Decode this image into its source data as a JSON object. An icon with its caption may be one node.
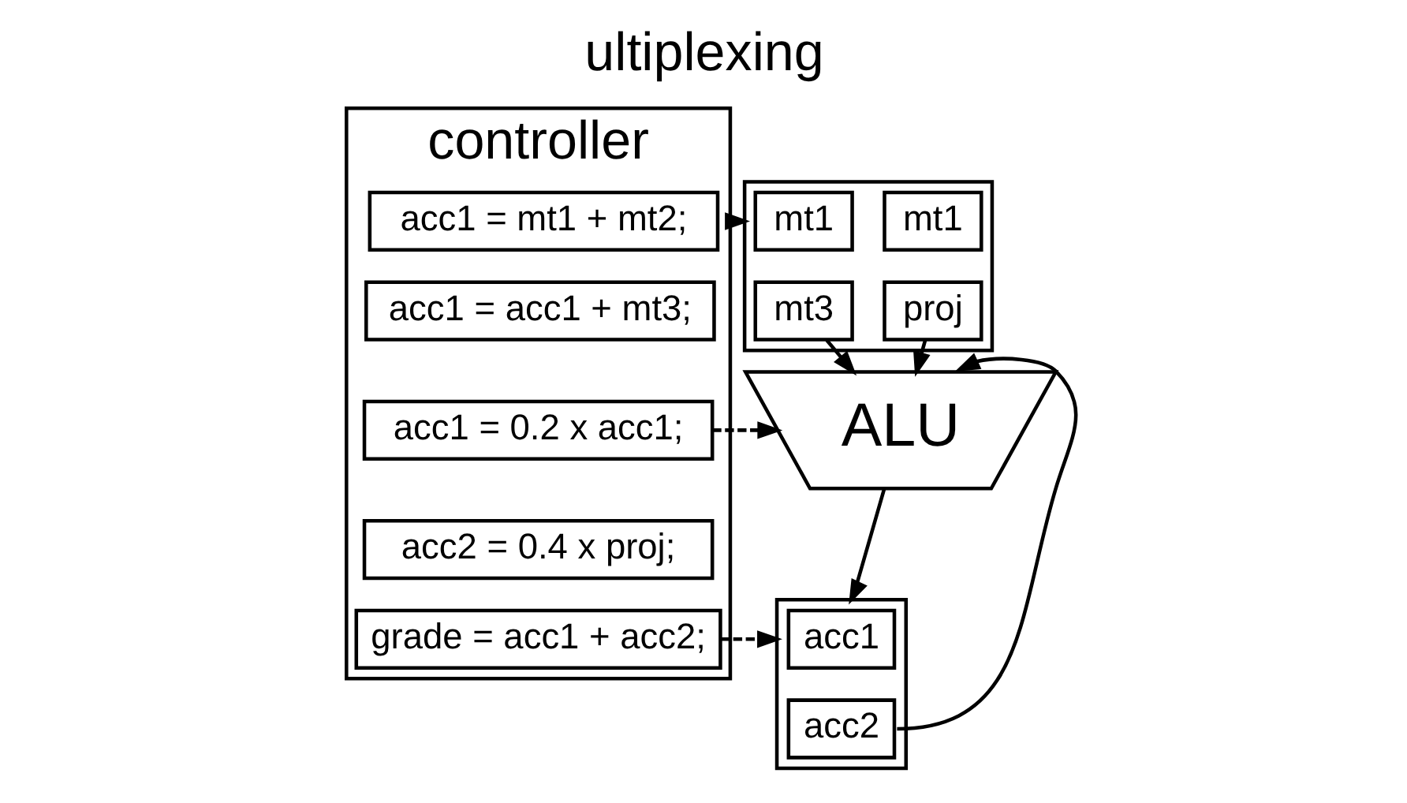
{
  "diagram": {
    "title": "ultiplexing",
    "nodes": [
      {
        "text": [
          "controller"
        ]
      },
      {
        "text": [
          "acc1 = mt1 + mt2;"
        ],
        "in": 0
      },
      {
        "text": [
          "acc1 = acc1 + mt3;"
        ],
        "in": 0
      },
      {
        "text": [
          "acc1 = 0.2 x acc1;"
        ],
        "in": 0
      },
      {
        "text": [
          "acc2 = 0.4 x proj;"
        ],
        "in": 0
      },
      {
        "text": [
          "grade = acc1 + acc2;"
        ],
        "in": 0
      },
      {
        "text": [],
        "shape": "box"
      },
      {
        "text": [
          "mt1"
        ],
        "in": 6
      },
      {
        "text": [
          "mt1"
        ],
        "in": 6
      },
      {
        "text": [
          "mt3"
        ],
        "in": 6
      },
      {
        "text": [
          "proj"
        ],
        "in": 6
      },
      {
        "text": [
          "ALU"
        ]
      },
      {
        "text": [],
        "shape": "box"
      },
      {
        "text": [
          "acc1"
        ],
        "in": 12
      },
      {
        "text": [
          "acc2"
        ],
        "in": 12
      }
    ],
    "edges": [
      {
        "from": 0,
        "to": 6,
        "arrow": "to",
        "style": "dashed"
      },
      {
        "from": 3,
        "to": 11,
        "arrow": "to",
        "style": "dashed"
      },
      {
        "from": 5,
        "to": 12,
        "arrow": "to",
        "style": "dashed"
      },
      {
        "from": 9,
        "to": 11,
        "arrow": "to"
      },
      {
        "from": 10,
        "to": 11,
        "arrow": "to"
      },
      {
        "from": 11,
        "to": 12,
        "arrow": "to"
      },
      {
        "from": 12,
        "to": 11,
        "arrow": "to"
      }
    ]
  }
}
